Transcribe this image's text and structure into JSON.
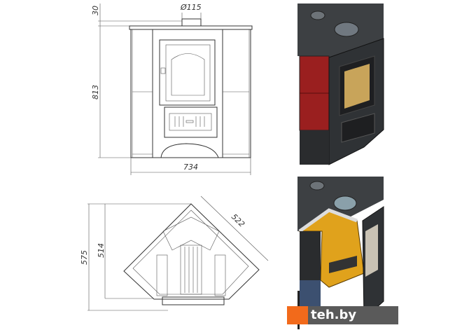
{
  "front_view": {
    "flue_diameter": "Ø115",
    "top_offset": "30",
    "height": "813",
    "width": "734"
  },
  "plan_view": {
    "depth_total": "575",
    "depth_body": "514",
    "side_length": "522"
  },
  "colors": {
    "tile_red": "#9a1f1f",
    "steel": "#3a3d40",
    "firebrick": "#e0a21c",
    "brand_orange": "#f26a1b",
    "brand_grey": "#5a5a5a"
  },
  "watermark": {
    "text": "teh.by"
  }
}
